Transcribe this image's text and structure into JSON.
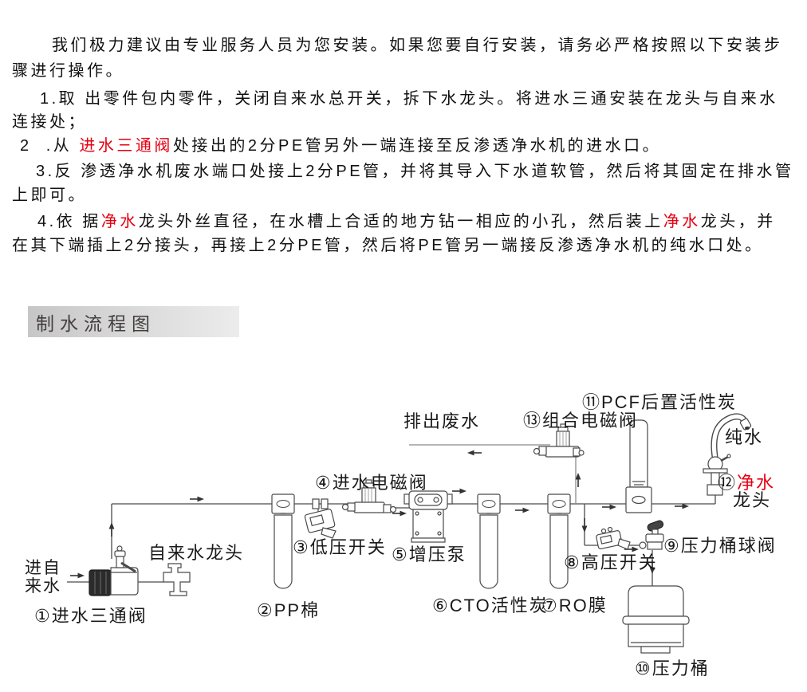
{
  "colors": {
    "red_accent": "#e60012",
    "body_text": "#111111",
    "diagram_line": "#4a4a4a",
    "waste_line": "#8a8a8a",
    "header_bg_left": "#c6c6c6",
    "header_bg_right": "#ececec"
  },
  "intro": {
    "lines": [
      {
        "segments": [
          {
            "text": "我们极力建议由专业服务人员为您安装。如果您要自行安装，请务必严格按照以下安装步"
          }
        ]
      },
      {
        "segments": [
          {
            "text": "骤进行操作。"
          }
        ]
      },
      {
        "segments": [
          {
            "text": "1.取 出零件包内零件，关闭自来水总开关，拆下水龙头。将进水三通安装在龙头与自来水"
          }
        ]
      },
      {
        "segments": [
          {
            "text": "连接处；"
          }
        ]
      },
      {
        "segments": [
          {
            "text": "2  .从 "
          },
          {
            "text": "进水三通阀",
            "color": "red"
          },
          {
            "text": "处接出的2分PE管另外一端连接至反渗透净水机的进水口。"
          }
        ]
      },
      {
        "segments": [
          {
            "text": "3.反 渗透净水机废水端口处接上2分PE管，并将其导入下水道软管，然后将其固定在排水管"
          }
        ]
      },
      {
        "segments": [
          {
            "text": "上即可。"
          }
        ]
      },
      {
        "segments": [
          {
            "text": "4.依 据"
          },
          {
            "text": "净水",
            "color": "red"
          },
          {
            "text": "龙头外丝直径，在水槽上合适的地方钻一相应的小孔，然后装上"
          },
          {
            "text": "净水",
            "color": "red"
          },
          {
            "text": "龙头，并"
          }
        ]
      },
      {
        "segments": [
          {
            "text": "在其下端插上2分接头，再接上2分PE管，然后将PE管另一端接反渗透净水机的纯水口处。"
          }
        ]
      }
    ]
  },
  "section": {
    "title": "制水流程图"
  },
  "diagram": {
    "labels": {
      "inlet": "进自\n来水",
      "valve1": "①进水三通阀",
      "tap": "自来水龙头",
      "pp": "②PP棉",
      "lp_switch": "③低压开关",
      "inlet_solenoid": "④进水电磁阀",
      "pump": "⑤增压泵",
      "cto": "⑥CTO活性炭",
      "ro": "⑦RO膜",
      "hp_switch": "⑧高压开关",
      "ball_valve": "⑨压力桶球阀",
      "tank": "⑩压力桶",
      "pcf": "⑪PCF后置活性炭",
      "pure_faucet_num": "⑫",
      "pure_faucet_name": "净水",
      "pure_faucet_name2": "龙头",
      "combo_valve": "⑬组合电磁阀",
      "waste": "排出废水",
      "pure_water": "纯水"
    }
  }
}
